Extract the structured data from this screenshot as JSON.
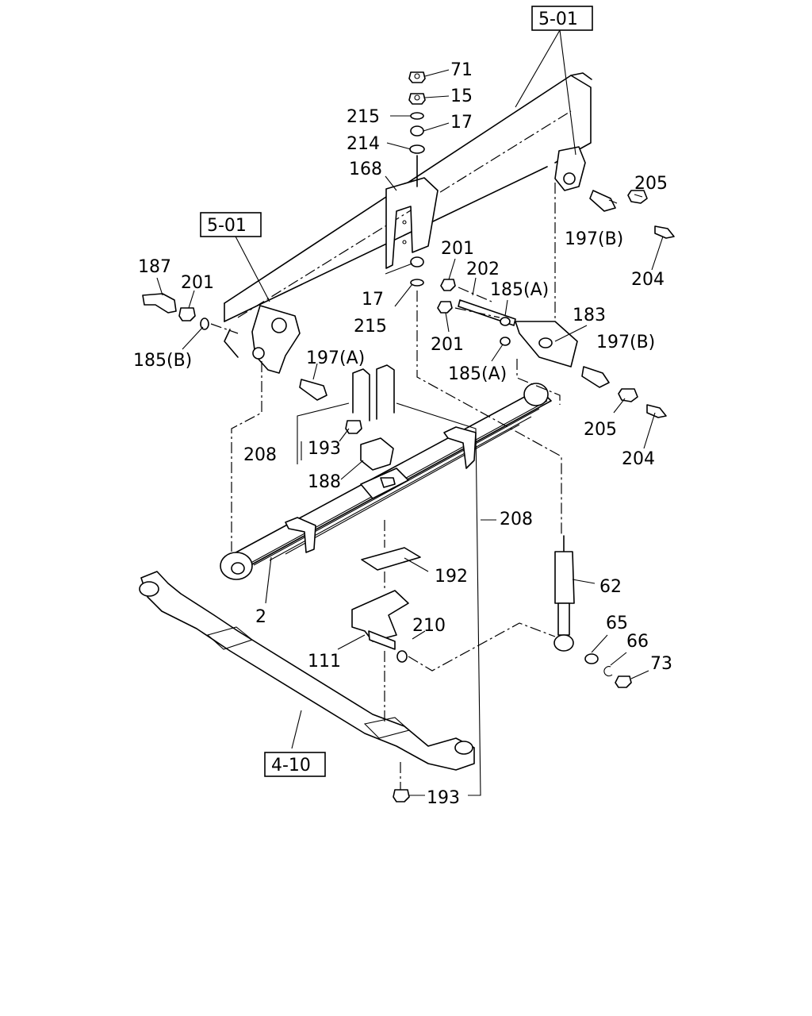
{
  "figure": {
    "callouts": [
      {
        "id": "ref-frame-top",
        "text": "5-01"
      },
      {
        "id": "ref-frame-left",
        "text": "5-01"
      },
      {
        "id": "ref-axle",
        "text": "4-10"
      },
      {
        "id": "p71",
        "text": "71"
      },
      {
        "id": "p15",
        "text": "15"
      },
      {
        "id": "p215a",
        "text": "215"
      },
      {
        "id": "p17a",
        "text": "17"
      },
      {
        "id": "p214",
        "text": "214"
      },
      {
        "id": "p168",
        "text": "168"
      },
      {
        "id": "p205a",
        "text": "205"
      },
      {
        "id": "p197b1",
        "text": "197(B)"
      },
      {
        "id": "p204a",
        "text": "204"
      },
      {
        "id": "p187",
        "text": "187"
      },
      {
        "id": "p201a",
        "text": "201"
      },
      {
        "id": "p185b",
        "text": "185(B)"
      },
      {
        "id": "p201b",
        "text": "201"
      },
      {
        "id": "p202",
        "text": "202"
      },
      {
        "id": "p185a1",
        "text": "185(A)"
      },
      {
        "id": "p17b",
        "text": "17"
      },
      {
        "id": "p215b",
        "text": "215"
      },
      {
        "id": "p183",
        "text": "183"
      },
      {
        "id": "p201c",
        "text": "201"
      },
      {
        "id": "p197a",
        "text": "197(A)"
      },
      {
        "id": "p197b2",
        "text": "197(B)"
      },
      {
        "id": "p185a2",
        "text": "185(A)"
      },
      {
        "id": "p205b",
        "text": "205"
      },
      {
        "id": "p204b",
        "text": "204"
      },
      {
        "id": "p208a",
        "text": "208"
      },
      {
        "id": "p193a",
        "text": "193"
      },
      {
        "id": "p188",
        "text": "188"
      },
      {
        "id": "p208b",
        "text": "208"
      },
      {
        "id": "p192",
        "text": "192"
      },
      {
        "id": "p62",
        "text": "62"
      },
      {
        "id": "p2",
        "text": "2"
      },
      {
        "id": "p210",
        "text": "210"
      },
      {
        "id": "p65",
        "text": "65"
      },
      {
        "id": "p66",
        "text": "66"
      },
      {
        "id": "p73",
        "text": "73"
      },
      {
        "id": "p111",
        "text": "111"
      },
      {
        "id": "p193b",
        "text": "193"
      }
    ]
  }
}
